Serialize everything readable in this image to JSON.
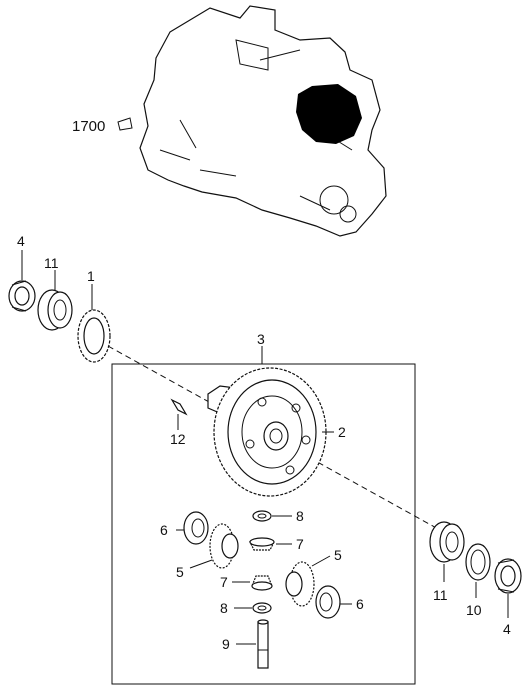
{
  "callouts": {
    "transaxle": "1700",
    "bearing_left": "4",
    "bearing_cup_left": "11",
    "speedo_gear": "1",
    "diff_assembly": "3",
    "ring_gear": "2",
    "pin": "12",
    "side_washer_left": "6",
    "pinion_washer_top": "8",
    "pinion_gear_top": "7",
    "side_gear_left": "5",
    "side_gear_right": "5",
    "pinion_gear_bottom": "7",
    "side_washer_right": "6",
    "pinion_washer_bottom": "8",
    "pinion_shaft": "9",
    "bearing_cup_right": "11",
    "shim": "10",
    "bearing_right": "4"
  },
  "colors": {
    "line": "#111111",
    "fill": "#ffffff",
    "dark": "#000000"
  }
}
